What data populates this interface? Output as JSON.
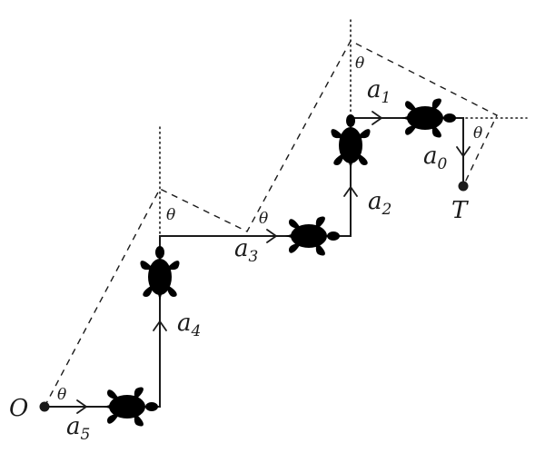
{
  "labels": {
    "origin": "O",
    "target": "T",
    "theta": "θ",
    "a_letter": "a",
    "segments": [
      "0",
      "1",
      "2",
      "3",
      "4",
      "5"
    ]
  }
}
